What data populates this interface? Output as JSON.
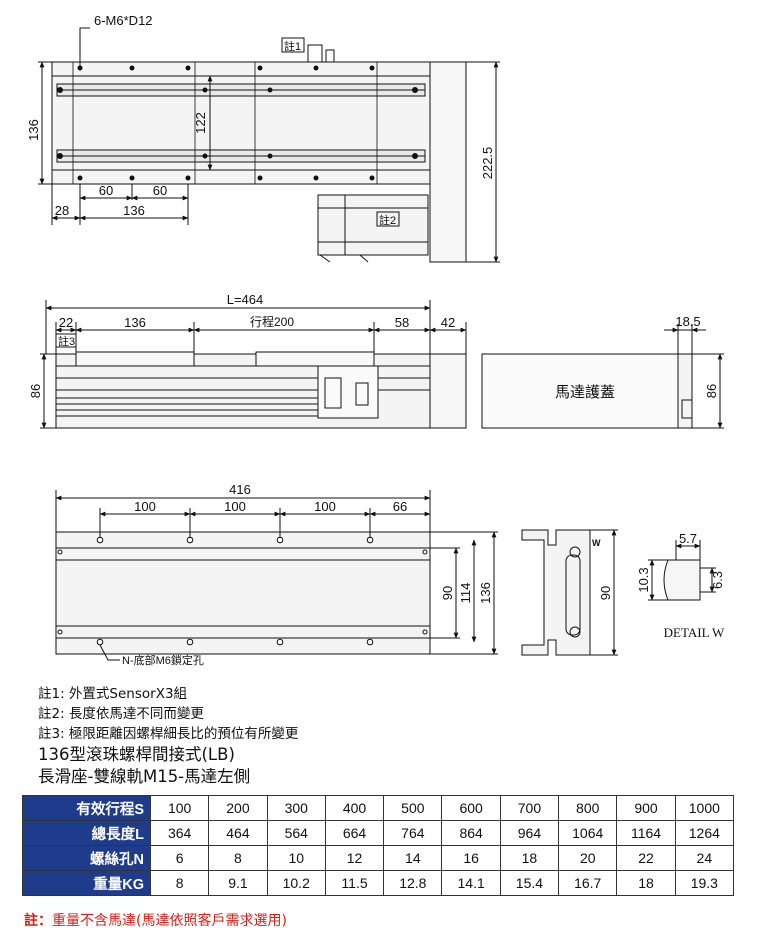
{
  "drawing": {
    "top_view": {
      "callout_holes": "6-M6*D12",
      "note1_tag": "註1",
      "note2_tag": "註2",
      "dim_height_left": "136",
      "dim_rail_pitch": "122",
      "dim_overall_height": "222.5",
      "dim_pitch_a": "60",
      "dim_pitch_b": "60",
      "dim_offset": "28",
      "dim_carriage": "136"
    },
    "side_view": {
      "dim_total_length": "L=464",
      "dim_end": "22",
      "dim_carriage": "136",
      "dim_stroke": "行程200",
      "dim_motor_mount": "58",
      "dim_cover": "42",
      "note3_tag": "註3",
      "dim_height": "86",
      "cover_label": "馬達護蓋",
      "dim_cover_thickness": "18.5",
      "dim_cover_height": "86"
    },
    "bottom_view": {
      "dim_length": "416",
      "dim_pitch_1": "100",
      "dim_pitch_2": "100",
      "dim_pitch_3": "100",
      "dim_end": "66",
      "dim_inner": "90",
      "dim_mid": "114",
      "dim_outer": "136",
      "callout_holes": "N-底部M6鎖定孔"
    },
    "profile_view": {
      "dim_height": "90",
      "w_tag": "W"
    },
    "detail_view": {
      "dim_width": "5.7",
      "dim_slot": "10.3",
      "dim_depth": "6.3",
      "label": "DETAIL W"
    }
  },
  "notes": [
    "註1: 外置式SensorX3組",
    "註2: 長度依馬達不同而變更",
    "註3: 極限距離因螺桿細長比的預位有所變更"
  ],
  "title_lines": [
    "136型滾珠螺桿間接式(LB)",
    "長滑座-雙線軌M15-馬達左側"
  ],
  "spec_table": {
    "rows": [
      {
        "header": "有效行程S",
        "values": [
          "100",
          "200",
          "300",
          "400",
          "500",
          "600",
          "700",
          "800",
          "900",
          "1000"
        ]
      },
      {
        "header": "總長度L",
        "values": [
          "364",
          "464",
          "564",
          "664",
          "764",
          "864",
          "964",
          "1064",
          "1164",
          "1264"
        ]
      },
      {
        "header": "螺絲孔N",
        "values": [
          "6",
          "8",
          "10",
          "12",
          "14",
          "16",
          "18",
          "20",
          "22",
          "24"
        ]
      },
      {
        "header": "重量KG",
        "values": [
          "8",
          "9.1",
          "10.2",
          "11.5",
          "12.8",
          "14.1",
          "15.4",
          "16.7",
          "18",
          "19.3"
        ]
      }
    ]
  },
  "footnote": {
    "label": "註：",
    "text": "重量不含馬達(馬達依照客戶需求選用)"
  }
}
